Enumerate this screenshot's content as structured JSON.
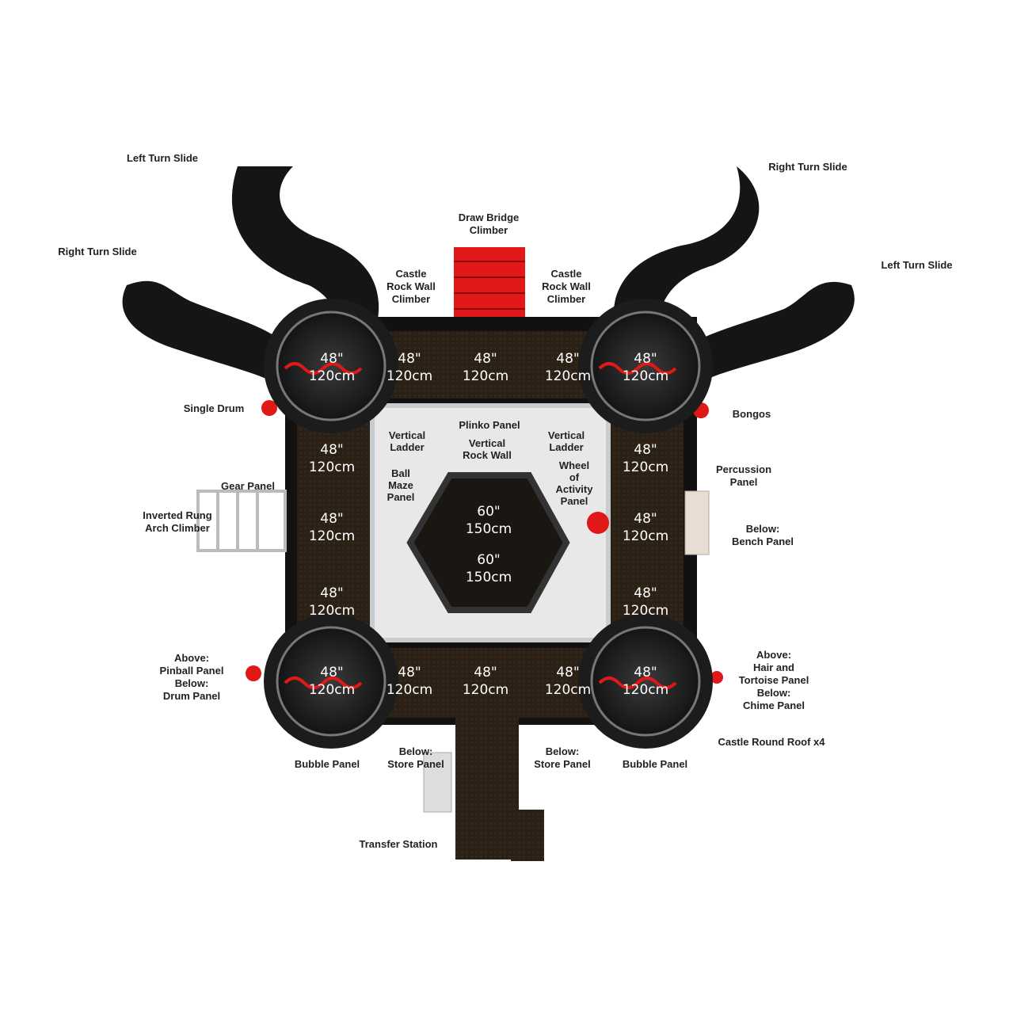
{
  "labels": {
    "left_turn_slide_tl": "Left Turn Slide",
    "right_turn_slide_left": "Right Turn Slide",
    "right_turn_slide_tr": "Right Turn Slide",
    "left_turn_slide_right": "Left Turn Slide",
    "draw_bridge": "Draw Bridge\nClimber",
    "castle_rock_wall_left": "Castle\nRock Wall\nClimber",
    "castle_rock_wall_right": "Castle\nRock Wall\nClimber",
    "single_drum": "Single Drum",
    "bongos": "Bongos",
    "plinko": "Plinko Panel",
    "vertical_ladder_left": "Vertical\nLadder",
    "vertical_ladder_right": "Vertical\nLadder",
    "vertical_rock_wall": "Vertical\nRock Wall",
    "ball_maze": "Ball\nMaze\nPanel",
    "wheel_of_activity": "Wheel\nof\nActivity\nPanel",
    "gear_panel": "Gear Panel",
    "inverted_rung": "Inverted Rung\nArch Climber",
    "percussion": "Percussion\nPanel",
    "bench": "Below:\nBench Panel",
    "pinball_drum": "Above:\nPinball Panel\nBelow:\nDrum Panel",
    "hair_tortoise_chime": "Above:\nHair and\nTortoise Panel\nBelow:\nChime Panel",
    "castle_round_roof": "Castle Round Roof x4",
    "bubble_left": "Bubble Panel",
    "bubble_right": "Bubble Panel",
    "store_left": "Below:\nStore Panel",
    "store_right": "Below:\nStore Panel",
    "transfer_station": "Transfer Station"
  },
  "dimensions": {
    "deck_48": "48\"\n120cm",
    "deck_60": "60\"\n150cm"
  },
  "colors": {
    "deck": "#2a1f15",
    "tower": "#1c1c1c",
    "slide": "#151515",
    "accent": "#e01818",
    "rail": "#c8cccc"
  }
}
